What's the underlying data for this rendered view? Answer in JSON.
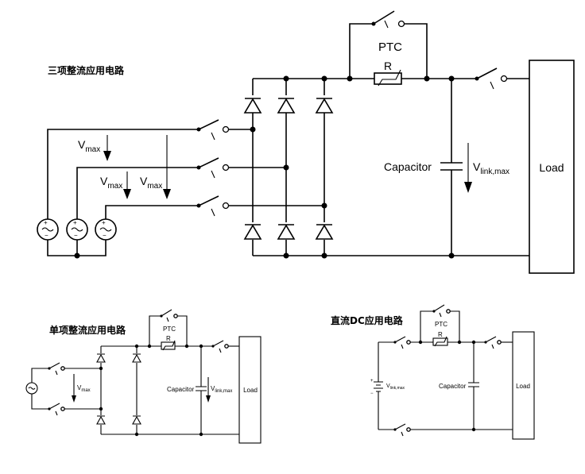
{
  "colors": {
    "line": "#000000",
    "background": "#ffffff"
  },
  "main": {
    "title": "三项整流应用电路",
    "ptc": "PTC",
    "r": "R",
    "capacitor": "Capacitor",
    "vlink": "V",
    "vlink_sub": "link,max",
    "vmax": "V",
    "vmax_sub": "max",
    "load": "Load"
  },
  "single": {
    "title": "单项整流应用电路",
    "ptc": "PTC",
    "r": "R",
    "capacitor": "Capacitor",
    "vlink": "V",
    "vlink_sub": "link,max",
    "vmax": "V",
    "vmax_sub": "max",
    "load": "Load"
  },
  "dc": {
    "title": "直流DC应用电路",
    "ptc": "PTC",
    "r": "R",
    "capacitor": "Capacitor",
    "vlink": "V",
    "vlink_sub": "link,max",
    "load": "Load",
    "plus": "+",
    "minus": "−"
  },
  "source_plus": "+",
  "source_minus": "−"
}
